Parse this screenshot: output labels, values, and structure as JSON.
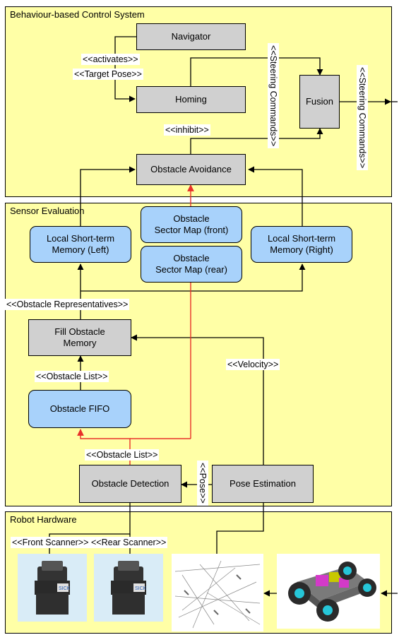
{
  "panels": {
    "behaviour": "Behaviour-based Control System",
    "sensor": "Sensor Evaluation",
    "hardware": "Robot Hardware"
  },
  "boxes": {
    "navigator": "Navigator",
    "homing": "Homing",
    "fusion": "Fusion",
    "obstacle_avoidance": "Obstacle Avoidance",
    "lstm_left": "Local Short-term\nMemory (Left)",
    "lstm_right": "Local Short-term\nMemory (Right)",
    "sector_front": "Obstacle\nSector Map (front)",
    "sector_rear": "Obstacle\nSector Map (rear)",
    "fill_memory": "Fill Obstacle\nMemory",
    "fifo": "Obstacle FIFO",
    "detection": "Obstacle Detection",
    "pose_estimation": "Pose Estimation"
  },
  "labels": {
    "activates": "<<activates>>",
    "target_pose": "<<Target Pose>>",
    "inhibit": "<<inhibit>>",
    "steering_1": "<<Steering Commands>>",
    "steering_2": "<<Steering Commands>>",
    "obstacle_representatives": "<<Obstacle Representatives>>",
    "obstacle_list_1": "<<Obstacle List>>",
    "obstacle_list_2": "<<Obstacle List>>",
    "velocity": "<<Velocity>>",
    "pose": "<<Pose>>",
    "front_scanner": "<<Front Scanner>>",
    "rear_scanner": "<<Rear Scanner>>"
  },
  "hardware": {
    "scanner_brand": "SICK"
  },
  "colors": {
    "panel": "#ffffa6",
    "module": "#d0d0d0",
    "memory": "#a8d2fb",
    "highlight_arrow": "#e8302a"
  }
}
